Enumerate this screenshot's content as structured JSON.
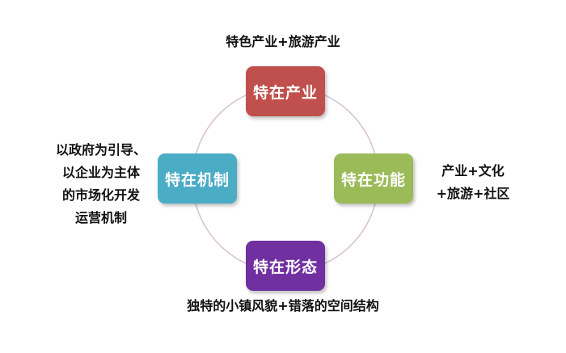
{
  "nodes": {
    "top": {
      "label": "特在产业",
      "color": "#c0504d"
    },
    "right": {
      "label": "特在功能",
      "color": "#9bbb59"
    },
    "bottom": {
      "label": "特在形态",
      "color": "#7030a0"
    },
    "left": {
      "label": "特在机制",
      "color": "#4bacc6"
    }
  },
  "captions": {
    "top": "特色产业+旅游产业",
    "bottom": "独特的小镇风貌+错落的空间结构",
    "left": [
      "以政府为引导、",
      "以企业为主体",
      "的市场化开发",
      "运营机制"
    ],
    "right": [
      "产业+文化",
      "+旅游+社区"
    ]
  },
  "ring_color": "#d8c0d8"
}
